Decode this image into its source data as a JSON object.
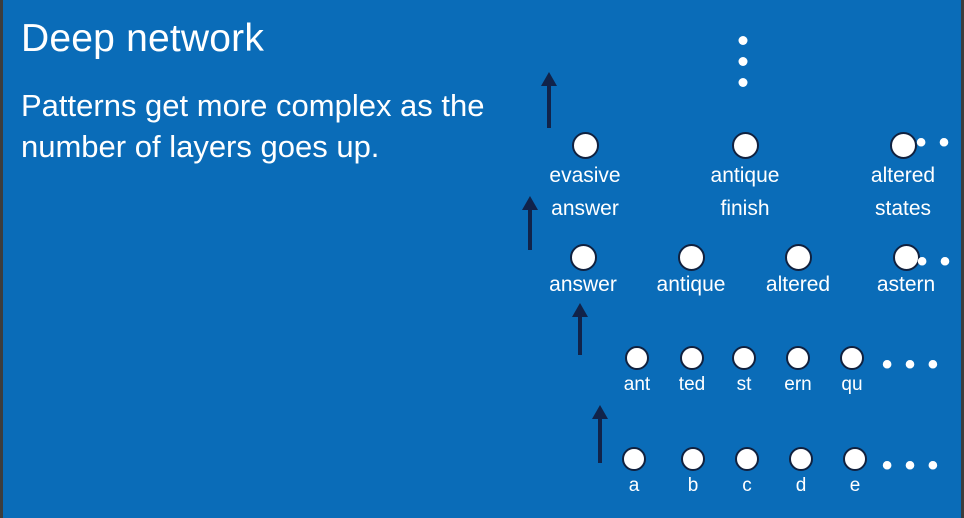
{
  "slide": {
    "background_color": "#0A6CB8",
    "text_color": "#ffffff",
    "accent_dark": "#11234a",
    "title": "Deep network",
    "subtitle": "Patterns get more complex as the number of layers goes up."
  },
  "diagram": {
    "ellipsis_glyph": "• • •",
    "vertical_dots_count": 3,
    "layers": [
      {
        "name": "layer-4-phrases",
        "nodes": [
          {
            "label_line1": "evasive",
            "label_line2": "answer"
          },
          {
            "label_line1": "antique",
            "label_line2": "finish"
          },
          {
            "label_line1": "altered",
            "label_line2": "states"
          }
        ],
        "has_trailing_ellipsis": true
      },
      {
        "name": "layer-3-words",
        "nodes": [
          {
            "label": "answer"
          },
          {
            "label": "antique"
          },
          {
            "label": "altered"
          },
          {
            "label": "astern"
          }
        ],
        "has_trailing_ellipsis": true
      },
      {
        "name": "layer-2-morphemes",
        "nodes": [
          {
            "label": "ant"
          },
          {
            "label": "ted"
          },
          {
            "label": "st"
          },
          {
            "label": "ern"
          },
          {
            "label": "qu"
          }
        ],
        "has_trailing_ellipsis": true
      },
      {
        "name": "layer-1-letters",
        "nodes": [
          {
            "label": "a"
          },
          {
            "label": "b"
          },
          {
            "label": "c"
          },
          {
            "label": "d"
          },
          {
            "label": "e"
          }
        ],
        "has_trailing_ellipsis": true
      }
    ],
    "arrows": [
      {
        "name": "arrow-to-layer-4"
      },
      {
        "name": "arrow-to-layer-3"
      },
      {
        "name": "arrow-to-layer-2"
      },
      {
        "name": "arrow-to-layer-1"
      }
    ]
  }
}
